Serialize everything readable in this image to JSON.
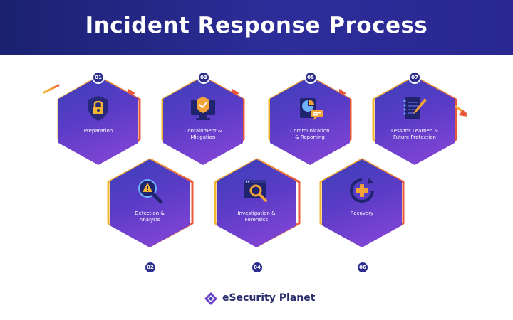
{
  "header": {
    "title": "Incident Response Process"
  },
  "steps": [
    {
      "number": "01",
      "label": "Preparation",
      "icon": "padlock-shield-icon"
    },
    {
      "number": "02",
      "label": "Detection &\nAnalysis",
      "icon": "magnifier-warning-icon"
    },
    {
      "number": "03",
      "label": "Containment &\nMitigation",
      "icon": "monitor-shield-icon"
    },
    {
      "number": "04",
      "label": "Investigation &\nForensics",
      "icon": "browser-magnifier-icon"
    },
    {
      "number": "05",
      "label": "Communication\n& Reporting",
      "icon": "report-chat-icon"
    },
    {
      "number": "06",
      "label": "Recovery",
      "icon": "restore-plus-icon"
    },
    {
      "number": "07",
      "label": "Lessons Learned &\nFuture Protection",
      "icon": "notebook-pencil-icon"
    }
  ],
  "footer": {
    "brand": "eSecurity Planet"
  },
  "colors": {
    "header": "#1f2478",
    "hexagon_start": "#3a3fb8",
    "hexagon_end": "#8a46d8",
    "arrow_light": "#f2b632",
    "arrow_dark": "#e8593a",
    "badge": "#2b2e8c"
  }
}
